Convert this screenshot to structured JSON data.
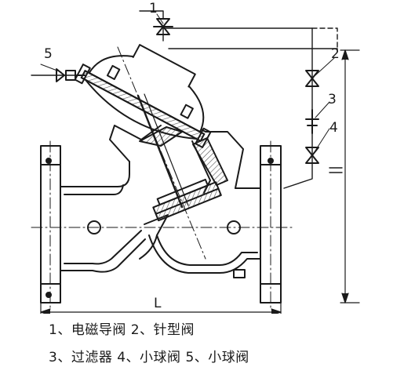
{
  "callouts": {
    "c1": "1",
    "c2": "2",
    "c3": "3",
    "c4": "4",
    "c5": "5",
    "length": "L"
  },
  "legend": {
    "line1": "1、电磁导阀 2、针型阀",
    "line2": "3、过滤器 4、小球阀 5、小球阀"
  },
  "colors": {
    "ink": "#1a1a1a",
    "hatch": "#555555",
    "background": "#ffffff"
  }
}
